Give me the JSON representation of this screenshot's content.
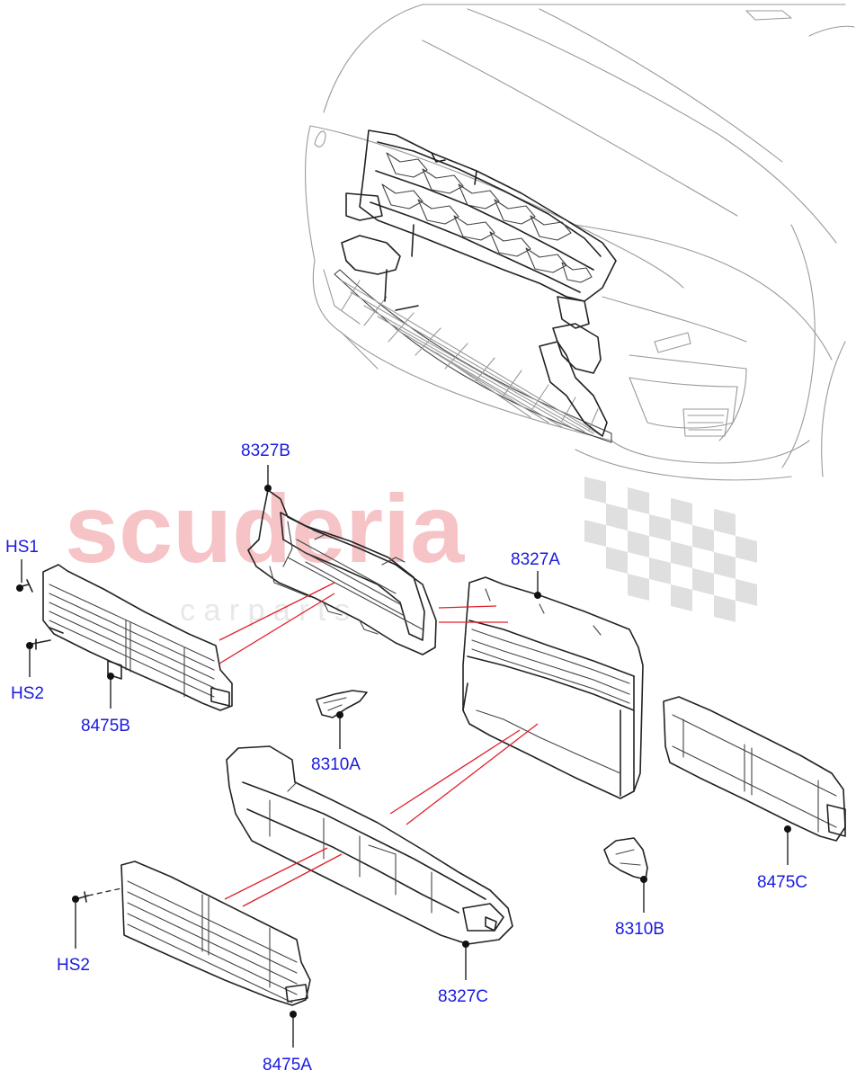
{
  "watermark": {
    "title": "scuderia",
    "subtitle": "c a r   p a r t s",
    "title_color": "#f4b5b8",
    "checker_color": "#dadada"
  },
  "callout_color": "#1a1ae0",
  "leader_color": "#e0202a",
  "callouts": {
    "c8327B": "8327B",
    "c8327A": "8327A",
    "cHS1": "HS1",
    "cHS2a": "HS2",
    "c8475B": "8475B",
    "c8310A": "8310A",
    "c8475C": "8475C",
    "c8310B": "8310B",
    "cHS2b": "HS2",
    "c8327C": "8327C",
    "c8475A": "8475A"
  }
}
